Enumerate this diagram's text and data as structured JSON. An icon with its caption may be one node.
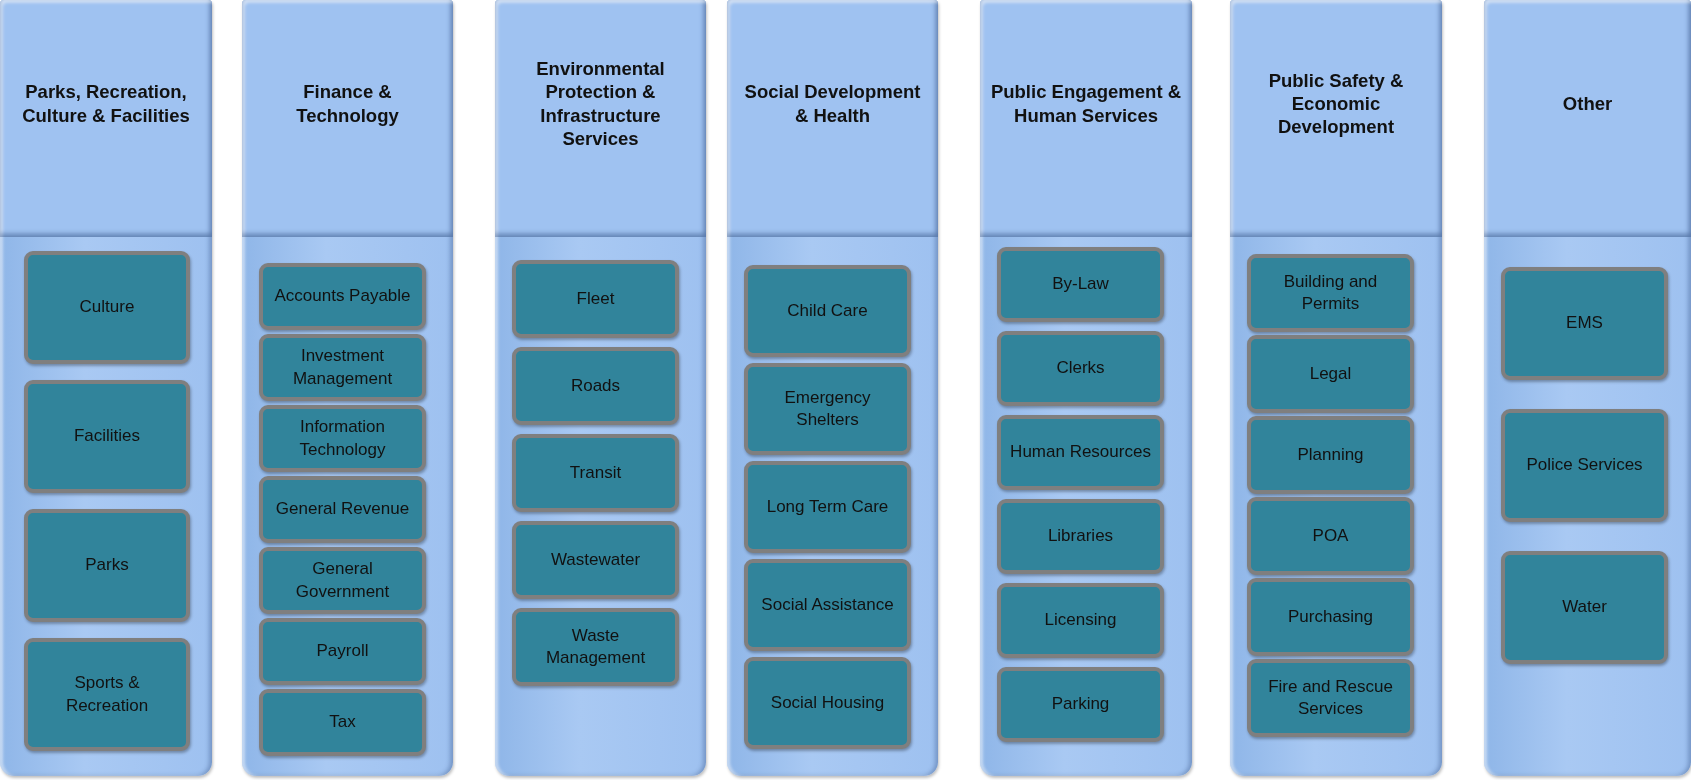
{
  "diagram": {
    "nodes": [
      {
        "text": [
          "Parks, Recreation, Culture & Facilities"
        ]
      },
      {
        "text": [
          "Culture"
        ],
        "in": 0
      },
      {
        "text": [
          "Facilities"
        ],
        "in": 0
      },
      {
        "text": [
          "Parks"
        ],
        "in": 0
      },
      {
        "text": [
          "Sports & Recreation"
        ],
        "in": 0
      },
      {
        "text": [
          "Finance & Technology"
        ]
      },
      {
        "text": [
          "Accounts Payable"
        ],
        "in": 5
      },
      {
        "text": [
          "Investment Management"
        ],
        "in": 5
      },
      {
        "text": [
          "Information Technology"
        ],
        "in": 5
      },
      {
        "text": [
          "General Revenue"
        ],
        "in": 5
      },
      {
        "text": [
          "General Government"
        ],
        "in": 5
      },
      {
        "text": [
          "Payroll"
        ],
        "in": 5
      },
      {
        "text": [
          "Tax"
        ],
        "in": 5
      },
      {
        "text": [
          "Environmental Protection & Infrastructure Services"
        ]
      },
      {
        "text": [
          "Fleet"
        ],
        "in": 13
      },
      {
        "text": [
          "Roads"
        ],
        "in": 13
      },
      {
        "text": [
          "Transit"
        ],
        "in": 13
      },
      {
        "text": [
          "Wastewater"
        ],
        "in": 13
      },
      {
        "text": [
          "Waste Management"
        ],
        "in": 13
      },
      {
        "text": [
          "Social Development & Health"
        ]
      },
      {
        "text": [
          "Child Care"
        ],
        "in": 19
      },
      {
        "text": [
          "Emergency Shelters"
        ],
        "in": 19
      },
      {
        "text": [
          "Long Term Care"
        ],
        "in": 19
      },
      {
        "text": [
          "Social Assistance"
        ],
        "in": 19
      },
      {
        "text": [
          "Social Housing"
        ],
        "in": 19
      },
      {
        "text": [
          "Public Engagement & Human Services"
        ]
      },
      {
        "text": [
          "By-Law"
        ],
        "in": 25
      },
      {
        "text": [
          "Clerks"
        ],
        "in": 25
      },
      {
        "text": [
          "Human Resources"
        ],
        "in": 25
      },
      {
        "text": [
          "Libraries"
        ],
        "in": 25
      },
      {
        "text": [
          "Licensing"
        ],
        "in": 25
      },
      {
        "text": [
          "Parking"
        ],
        "in": 25
      },
      {
        "text": [
          "Public Safety & Economic Development"
        ]
      },
      {
        "text": [
          "Building and Permits"
        ],
        "in": 32
      },
      {
        "text": [
          "Legal"
        ],
        "in": 32
      },
      {
        "text": [
          "Planning"
        ],
        "in": 32
      },
      {
        "text": [
          "POA"
        ],
        "in": 32
      },
      {
        "text": [
          "Purchasing"
        ],
        "in": 32
      },
      {
        "text": [
          "Fire and Rescue Services"
        ],
        "in": 32
      },
      {
        "text": [
          "Other"
        ]
      },
      {
        "text": [
          "EMS"
        ],
        "in": 39
      },
      {
        "text": [
          "Police Services"
        ],
        "in": 39
      },
      {
        "text": [
          "Water"
        ],
        "in": 39
      }
    ]
  }
}
